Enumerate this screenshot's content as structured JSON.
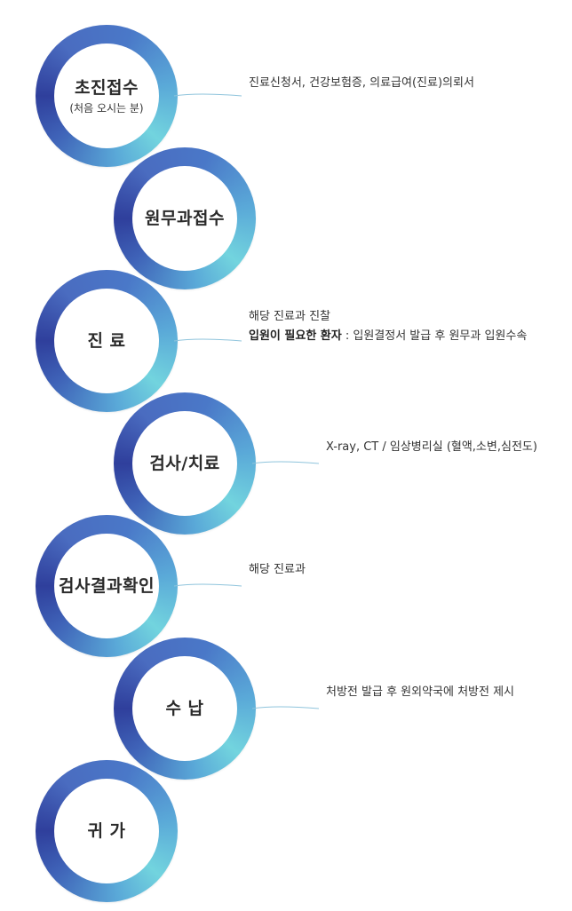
{
  "steps": [
    {
      "title": "초진접수",
      "subtitle": "(처음 오시는 분)",
      "lines": [
        {
          "bold": "",
          "text": "진료신청서, 건강보험증, 의료급여(진료)의뢰서"
        }
      ]
    },
    {
      "title": "원무과접수",
      "subtitle": "",
      "lines": []
    },
    {
      "title": "진 료",
      "subtitle": "",
      "lines": [
        {
          "bold": "",
          "text": "해당 진료과 진찰"
        },
        {
          "bold": "입원이 필요한 환자",
          "text": " : 입원결정서 발급 후 원무과 입원수속"
        }
      ]
    },
    {
      "title": "검사/치료",
      "subtitle": "",
      "lines": [
        {
          "bold": "",
          "text": "X-ray, CT / 임상병리실 (혈액,소변,심전도)"
        }
      ]
    },
    {
      "title": "검사결과확인",
      "subtitle": "",
      "lines": [
        {
          "bold": "",
          "text": "해당 진료과"
        }
      ]
    },
    {
      "title": "수 납",
      "subtitle": "",
      "lines": [
        {
          "bold": "",
          "text": "처방전 발급 후 원외약국에 처방전 제시"
        }
      ]
    },
    {
      "title": "귀 가",
      "subtitle": "",
      "lines": []
    }
  ],
  "colors": {
    "ring_light": "#72d4de",
    "ring_mid": "#5aa9d8",
    "ring_dark": "#2f3f9c",
    "connector": "#8fc4dc"
  }
}
